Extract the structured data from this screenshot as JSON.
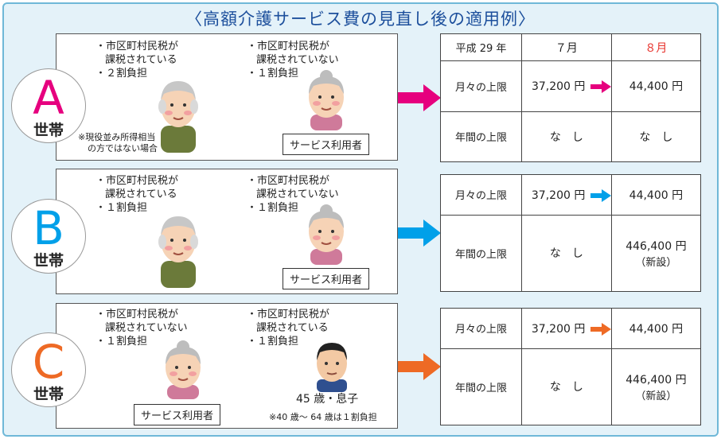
{
  "title": "〈高額介護サービス費の見直し後の適用例〉",
  "colors": {
    "A": "#e6007e",
    "B": "#00a0e9",
    "C": "#ee6a25",
    "title": "#1c4f9c",
    "frame_bg": "#e4f2f9"
  },
  "panels": [
    {
      "letter": "A",
      "sub": "世帯",
      "left_notes": [
        "・市区町村民税が",
        "課税されている",
        "・２割負担"
      ],
      "right_notes": [
        "・市区町村民税が",
        "課税されていない",
        "・１割負担"
      ],
      "footnote": [
        "※現役並み所得相当",
        "の方ではない場合"
      ],
      "user_label": "サービス利用者"
    },
    {
      "letter": "B",
      "sub": "世帯",
      "left_notes": [
        "・市区町村民税が",
        "課税されている",
        "・１割負担"
      ],
      "right_notes": [
        "・市区町村民税が",
        "課税されていない",
        "・１割負担"
      ],
      "user_label": "サービス利用者"
    },
    {
      "letter": "C",
      "sub": "世帯",
      "left_notes": [
        "・市区町村民税が",
        "課税されていない",
        "・１割負担"
      ],
      "right_notes": [
        "・市区町村民税が",
        "課税されている",
        "・１割負担"
      ],
      "user_label": "サービス利用者",
      "son_label": "45 歳・息子",
      "son_note": "※40 歳～ 64 歳は１割負担"
    }
  ],
  "tables": {
    "header": {
      "year": "平成 29 年",
      "before": "７月",
      "after": "８月"
    },
    "A": {
      "monthly_label": "月々の上限",
      "monthly_before": "37,200 円",
      "monthly_after": "44,400 円",
      "annual_label": "年間の上限",
      "annual_before": "な　し",
      "annual_after": "な　し"
    },
    "B": {
      "monthly_label": "月々の上限",
      "monthly_before": "37,200 円",
      "monthly_after": "44,400 円",
      "annual_label": "年間の上限",
      "annual_before": "な　し",
      "annual_after": "446,400 円",
      "annual_after_note": "（新設）"
    },
    "C": {
      "monthly_label": "月々の上限",
      "monthly_before": "37,200 円",
      "monthly_after": "44,400 円",
      "annual_label": "年間の上限",
      "annual_before": "な　し",
      "annual_after": "446,400 円",
      "annual_after_note": "（新設）"
    }
  }
}
